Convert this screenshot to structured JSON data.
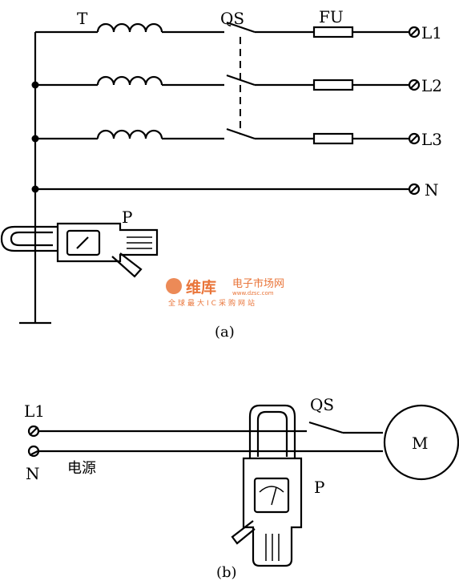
{
  "diagram_a": {
    "transformer_label": "T",
    "switch_label": "QS",
    "fuse_label": "FU",
    "lines": [
      "L1",
      "L2",
      "L3",
      "N"
    ],
    "meter_label": "P",
    "caption": "(a)"
  },
  "diagram_b": {
    "line_label": "L1",
    "neutral_label": "N",
    "source_label": "电源",
    "switch_label": "QS",
    "motor_label": "M",
    "meter_label": "P",
    "caption": "(b)"
  },
  "watermark": {
    "brand": "维库",
    "name": "电子市场网",
    "url": "www.dzsc.com",
    "slogan": "全球最大IC采购网站",
    "color": "#e9753a"
  }
}
